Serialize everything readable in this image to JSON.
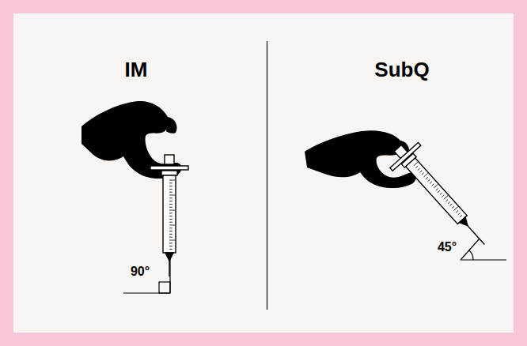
{
  "diagram": {
    "labels": [
      "IM",
      "SubQ",
      "90°",
      "45°"
    ]
  }
}
